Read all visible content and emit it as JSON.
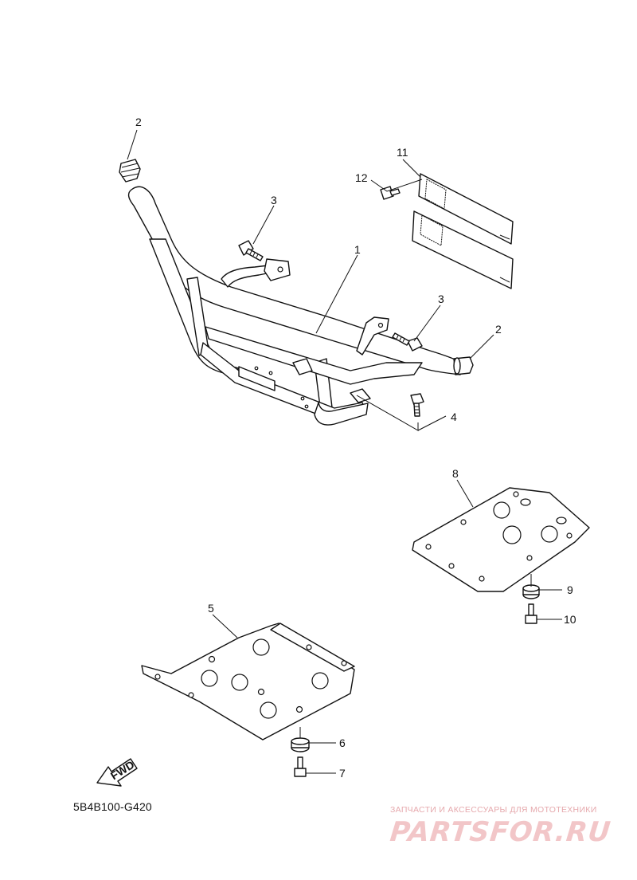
{
  "diagram": {
    "callouts": {
      "c1": "1",
      "c2a": "2",
      "c2b": "2",
      "c3a": "3",
      "c3b": "3",
      "c4": "4",
      "c5": "5",
      "c6": "6",
      "c7": "7",
      "c8": "8",
      "c9": "9",
      "c10": "10",
      "c11": "11",
      "c12": "12"
    },
    "fwd_label": "FWD",
    "drawing_code": "5B4B100-G420"
  },
  "watermark": {
    "tagline": "ЗАПЧАСТИ И АКСЕССУАРЫ ДЛЯ МОТОТЕХНИКИ",
    "brand": "PARTSFOR.RU"
  }
}
